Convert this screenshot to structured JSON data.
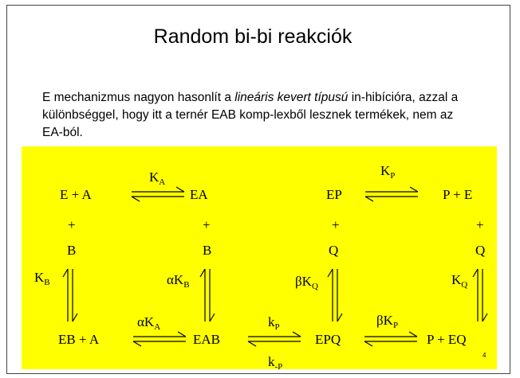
{
  "slide": {
    "title": "Random bi-bi reakciók",
    "para": {
      "part1": "E mechanizmus nagyon hasonlít a ",
      "italic": "lineáris kevert típusú",
      "part2": " in-hibícióra, azzal a különbséggel, hogy itt a ternér EAB komp-lexből lesznek termékek, nem az EA-ból."
    },
    "page_number": "4"
  },
  "diagram": {
    "left_top_species": "E + A",
    "left_top_product": "EA",
    "plus": "+",
    "B": "B",
    "left_bottom_species": "EB + A",
    "EAB": "EAB",
    "EPQ": "EPQ",
    "EP": "EP",
    "Q": "Q",
    "right_top_product": "P + E",
    "right_bottom_product": "P + EQ",
    "alpha": "α",
    "beta": "β",
    "K": "K",
    "k": "k",
    "sub_A": "A",
    "sub_B": "B",
    "sub_P": "P",
    "sub_Q": "Q",
    "sub_minusP": "-P"
  },
  "colors": {
    "highlight": "#ffff00",
    "text": "#000000"
  }
}
